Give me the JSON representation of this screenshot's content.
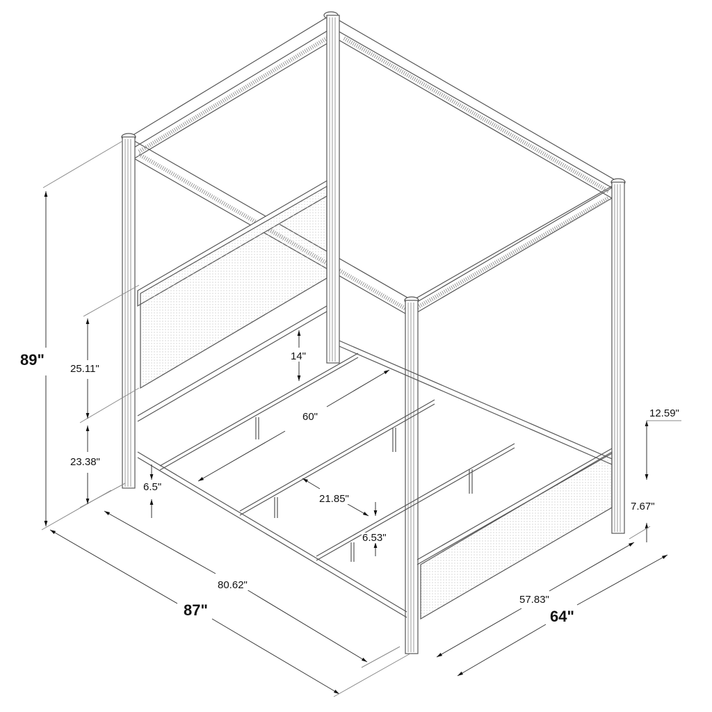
{
  "diagram": {
    "subject": "Canopy bed dimension drawing",
    "colors": {
      "line": "#555555",
      "dim": "#333333",
      "text": "#111111",
      "background": "#ffffff"
    },
    "dimensions": {
      "overall_height": "89\"",
      "headboard_panel_height": "25.11\"",
      "headboard_leg_height": "23.38\"",
      "side_rail_height_clearance": "14\"",
      "rail_height_from_floor": "6.5\"",
      "inner_width": "60\"",
      "slat_spacing": "21.85\"",
      "slat_support_height": "6.53\"",
      "footboard_panel_height": "12.59\"",
      "footboard_clearance": "7.67\"",
      "inner_length": "80.62\"",
      "overall_length": "87\"",
      "footboard_inner_width": "57.83\"",
      "overall_width": "64\""
    }
  }
}
